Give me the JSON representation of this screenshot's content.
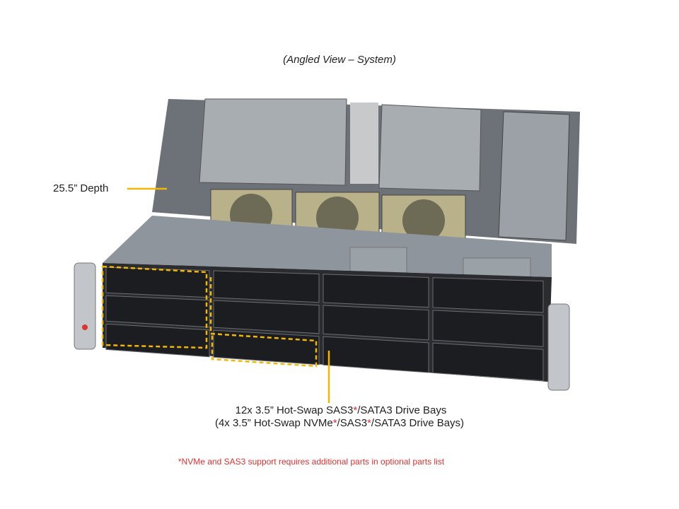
{
  "title": "(Angled View – System)",
  "callouts": {
    "depth": "25.5” Depth",
    "bays_line1_a": "12x 3.5” Hot-Swap SAS3",
    "bays_line1_b": "/SATA3 Drive Bays",
    "bays_line2_a": "(4x 3.5” Hot-Swap NVMe",
    "bays_line2_b": "/SAS3",
    "bays_line2_c": "/SATA3 Drive Bays)",
    "asterisk": "*"
  },
  "footnote": "*NVMe and SAS3 support requires additional parts in optional parts list",
  "colors": {
    "callout_line": "#f2b705",
    "asterisk": "#e03030",
    "chassis": "#8e959c",
    "bay": "#1c1d20"
  },
  "drive_bays": {
    "columns": 4,
    "rows": 3,
    "highlighted_nvme": 4
  }
}
